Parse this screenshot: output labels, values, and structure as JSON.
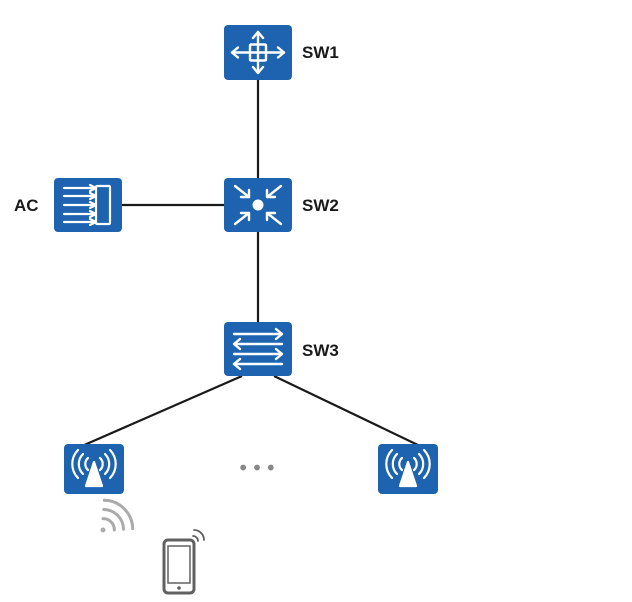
{
  "diagram": {
    "nodes": {
      "sw1": {
        "label": "SW1",
        "icon": "router-icon"
      },
      "sw2": {
        "label": "SW2",
        "icon": "core-switch-icon"
      },
      "sw3": {
        "label": "SW3",
        "icon": "switch-icon"
      },
      "ac": {
        "label": "AC",
        "icon": "access-controller-icon"
      },
      "ap_left": {
        "label": "",
        "icon": "access-point-icon"
      },
      "ap_right": {
        "label": "",
        "icon": "access-point-icon"
      },
      "phone": {
        "label": "",
        "icon": "mobile-phone-icon"
      }
    },
    "links": [
      [
        "sw1",
        "sw2"
      ],
      [
        "ac",
        "sw2"
      ],
      [
        "sw2",
        "sw3"
      ],
      [
        "sw3",
        "ap_left"
      ],
      [
        "sw3",
        "ap_right"
      ]
    ],
    "ellipsis": "•••",
    "colors": {
      "device_fill": "#1d63b0",
      "device_stroke": "#ffffff",
      "link": "#1a1a1a",
      "signal": "#aaaaaa",
      "phone": "#606060",
      "text": "#1a1a1a"
    }
  }
}
